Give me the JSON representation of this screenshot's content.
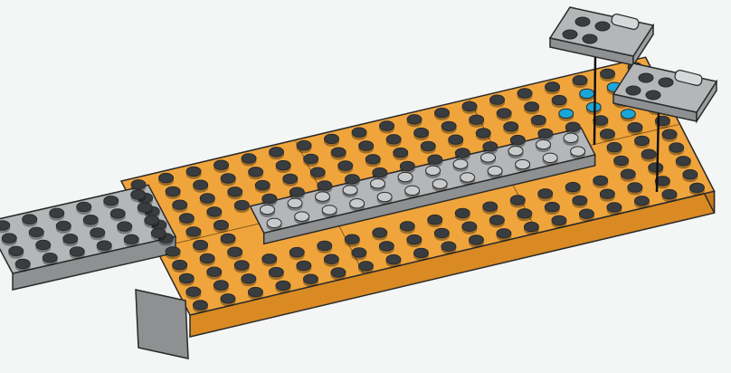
{
  "illustration": {
    "subject": "lego-building-instruction-step",
    "colors": {
      "background": "#f4f6f6",
      "orange_plate": "#f0a53c",
      "orange_plate_side": "#d98a23",
      "orange_plate_shadow": "#c97b1a",
      "gray_plate": "#b4b6b8",
      "gray_plate_side": "#8e9092",
      "gray_stud": "#c8cacc",
      "dark_stud": "#3a3d40",
      "highlight_stud": "#1aa6d6",
      "outline": "#2a2a2a",
      "leader_line": "#111111"
    },
    "parts": [
      {
        "name": "orange-base-plate",
        "color": "orange_plate"
      },
      {
        "name": "gray-wing-plate",
        "color": "gray_plate"
      },
      {
        "name": "gray-center-strip",
        "color": "gray_plate"
      },
      {
        "name": "gray-clip-plate",
        "color": "gray_plate",
        "count": 2
      }
    ]
  }
}
